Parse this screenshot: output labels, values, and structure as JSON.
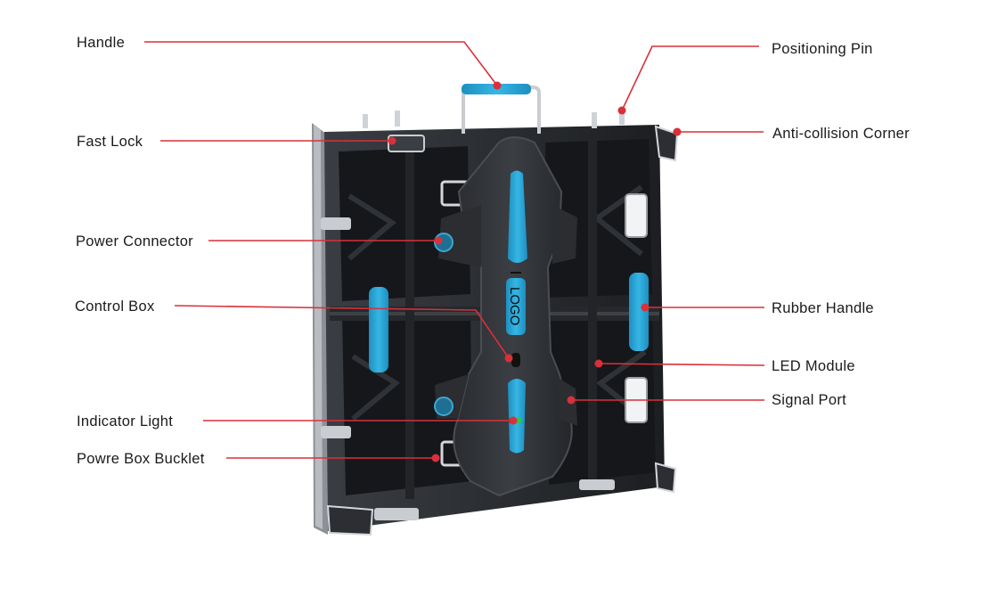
{
  "diagram": {
    "accent_color": "#d9303a",
    "accent_blue": "#2aa6d6",
    "labels": {
      "handle": "Handle",
      "fast_lock": "Fast Lock",
      "power_connector": "Power Connector",
      "control_box": "Control Box",
      "indicator_light": "Indicator Light",
      "power_box_buckle": "Powre Box Bucklet",
      "positioning_pin": "Positioning Pin",
      "anti_collision_corner": "Anti-collision Corner",
      "rubber_handle": "Rubber Handle",
      "led_module": "LED Module",
      "signal_port": "Signal Port"
    },
    "logo_text": "LOGO"
  }
}
